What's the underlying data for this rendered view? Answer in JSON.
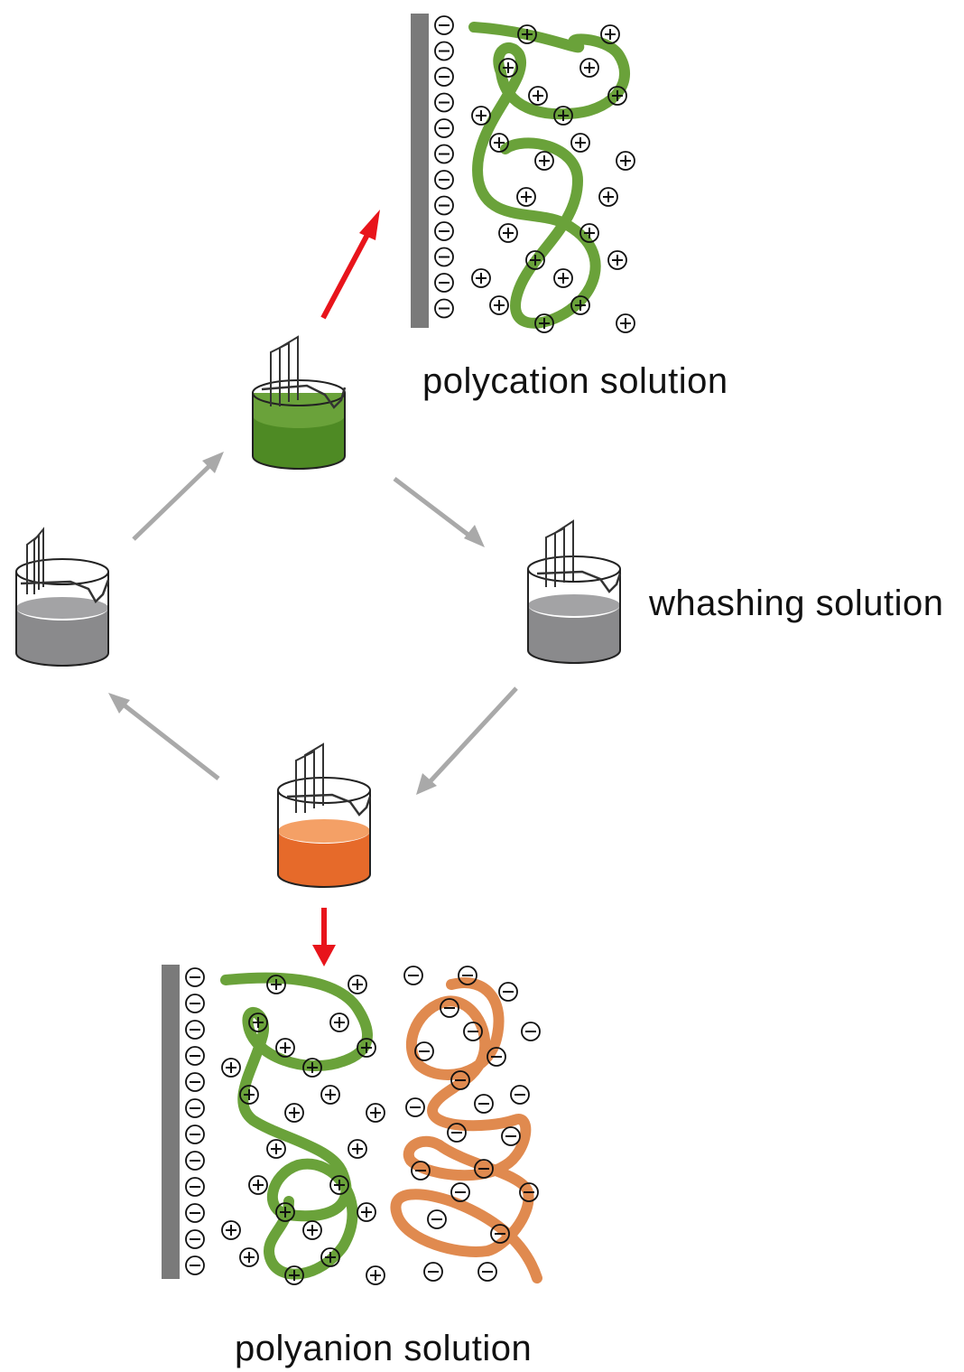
{
  "labels": {
    "polycation": "polycation solution",
    "washing": "whashing solution",
    "polyanion": "polyanion solution"
  },
  "charge_symbols": {
    "positive": "+",
    "negative": "−"
  },
  "colors": {
    "polycation": "#6aa23a",
    "polyanion": "#e08a4f",
    "washing": "#8a8a8c",
    "red_arrow": "#e8141b",
    "gray_arrow": "#a9a9a9",
    "substrate": "#7a7a7a"
  },
  "steps": [
    {
      "beaker": "polycation",
      "liquid": "#6aa23a"
    },
    {
      "beaker": "washing-right",
      "liquid": "#8a8a8c"
    },
    {
      "beaker": "polyanion",
      "liquid": "#e66a2a"
    },
    {
      "beaker": "washing-left",
      "liquid": "#8a8a8c"
    }
  ]
}
